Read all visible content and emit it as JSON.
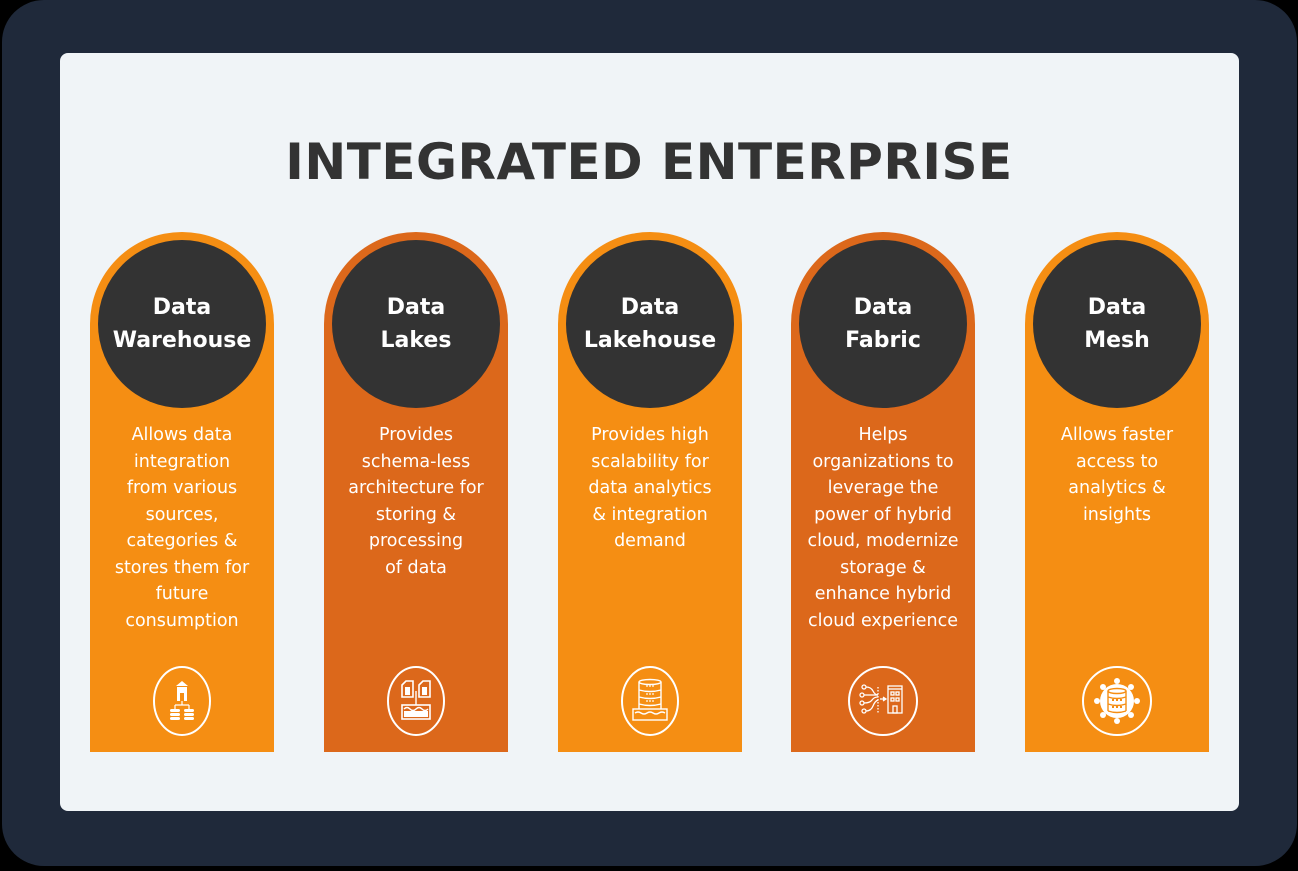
{
  "title": "INTEGRATED ENTERPRISE",
  "colors": {
    "frame": "#1f293a",
    "panel": "#f0f4f7",
    "orange_light": "#f58e13",
    "orange_dark": "#dc681b",
    "circle": "#333333",
    "title_text": "#333333"
  },
  "columns": [
    {
      "title_lines": [
        "Data",
        "Warehouse"
      ],
      "description_lines": [
        "Allows data",
        "integration",
        "from various",
        "sources,",
        "categories &",
        "stores them for",
        "future",
        "consumption"
      ],
      "icon": "warehouse-database-icon"
    },
    {
      "title_lines": [
        "Data",
        "Lakes"
      ],
      "description_lines": [
        "Provides",
        "schema-less",
        "architecture for",
        "storing &",
        "processing",
        "of data"
      ],
      "icon": "data-lake-icon"
    },
    {
      "title_lines": [
        "Data",
        "Lakehouse"
      ],
      "description_lines": [
        "Provides high",
        "scalability for",
        "data analytics",
        "& integration",
        "demand"
      ],
      "icon": "database-server-water-icon"
    },
    {
      "title_lines": [
        "Data",
        "Fabric"
      ],
      "description_lines": [
        "Helps",
        "organizations to",
        "leverage the",
        "power of hybrid",
        "cloud, modernize",
        "storage &",
        "enhance hybrid",
        "cloud experience"
      ],
      "icon": "network-to-building-icon"
    },
    {
      "title_lines": [
        "Data",
        "Mesh"
      ],
      "description_lines": [
        "Allows faster",
        "access to",
        "analytics &",
        "insights"
      ],
      "icon": "database-gear-icon"
    }
  ]
}
